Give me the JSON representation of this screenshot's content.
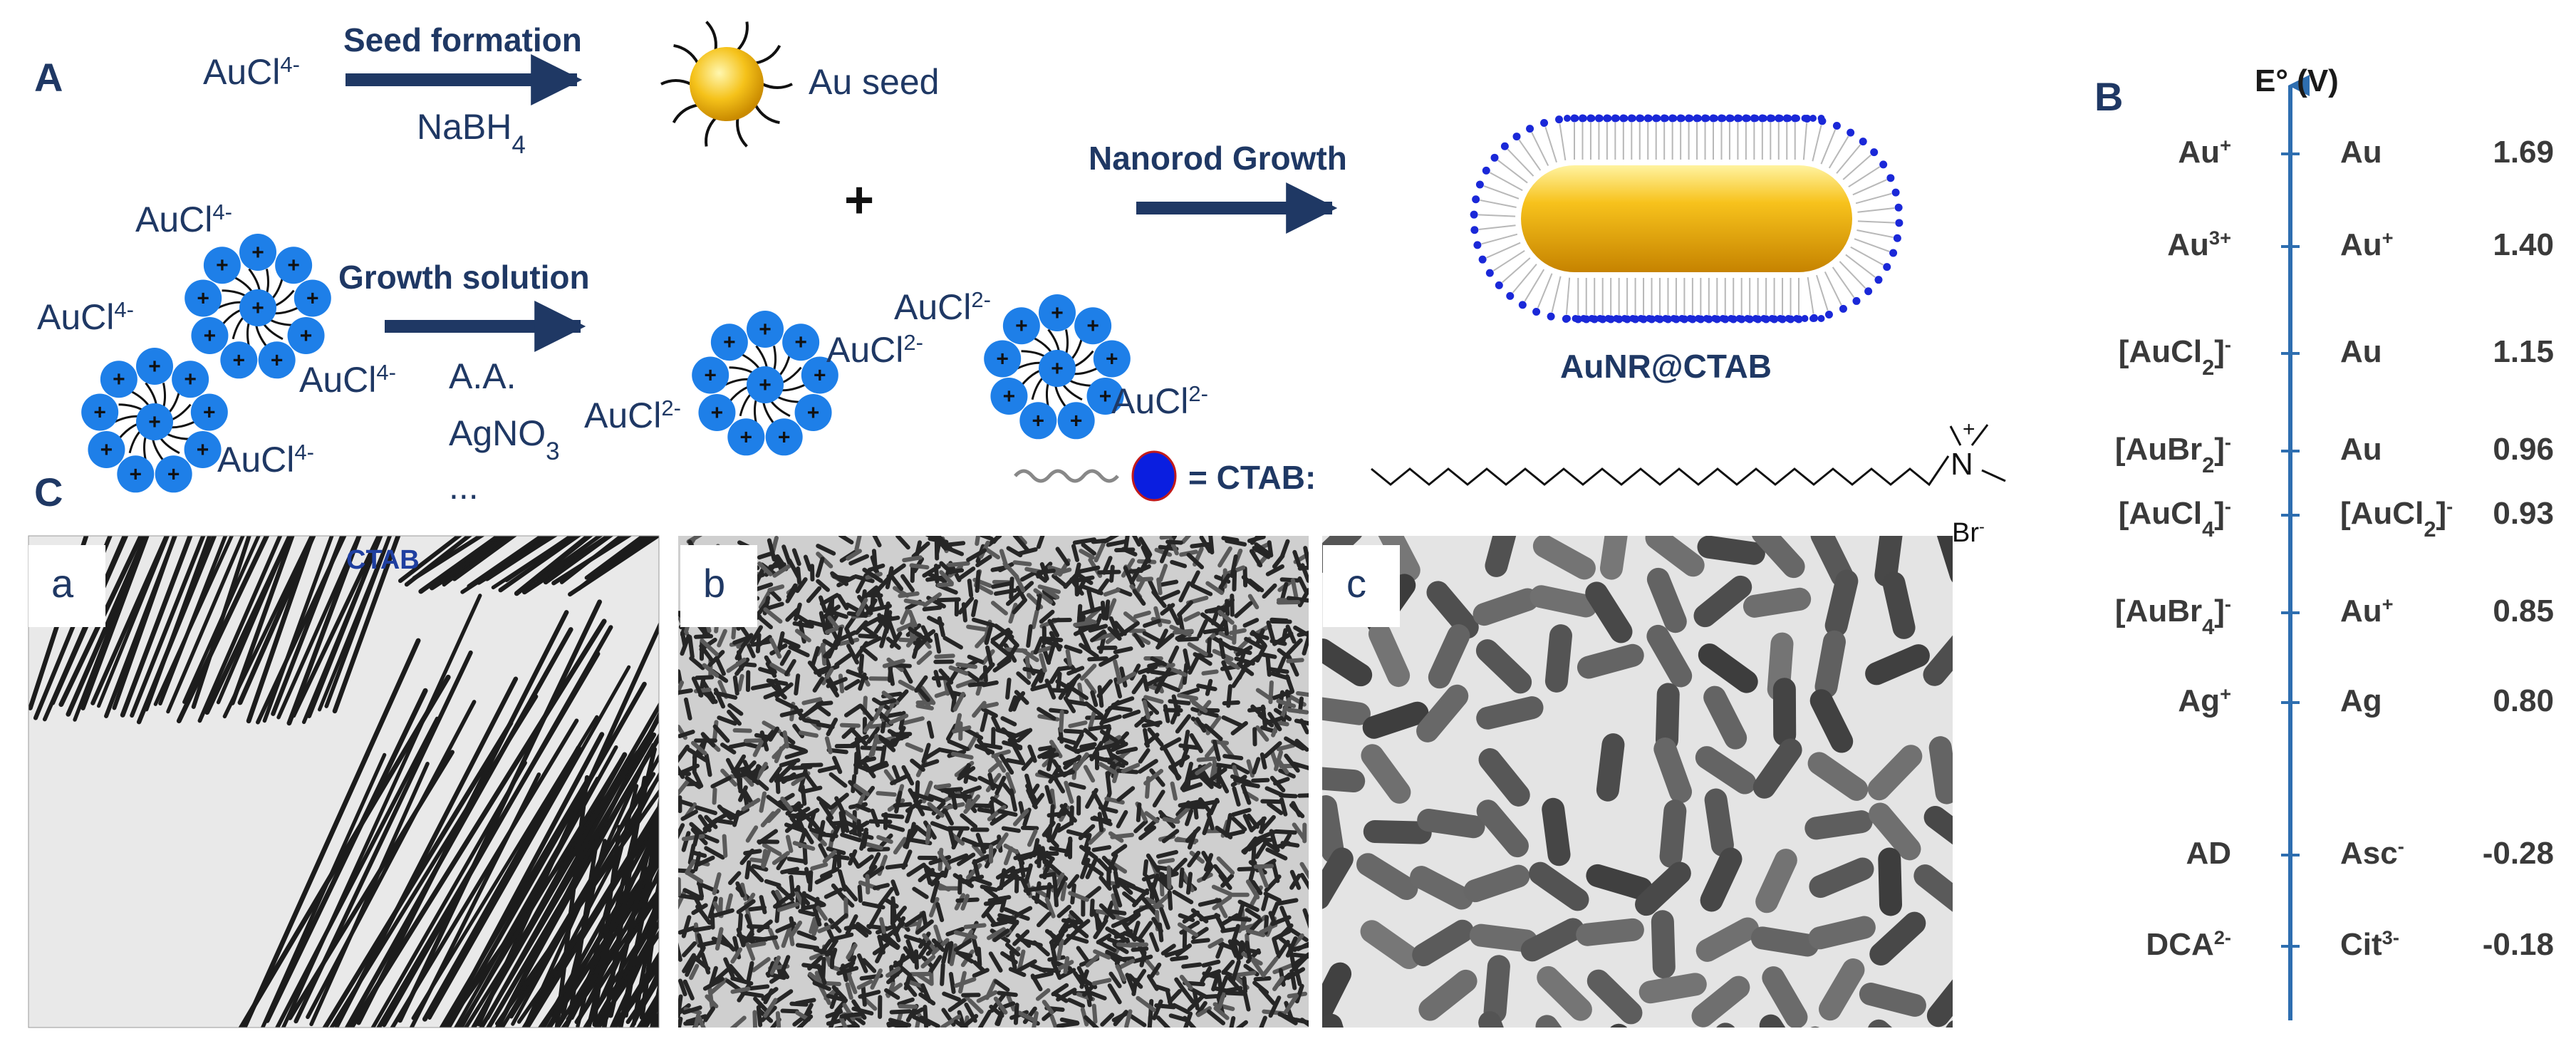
{
  "panels": {
    "a_label": "A",
    "b_label": "B",
    "c_label": "C"
  },
  "schemeA": {
    "seed_precursor": "AuCl4-",
    "seed_step_label": "Seed formation",
    "seed_reducer": "NaBH4",
    "seed_product": "Au seed",
    "plus": "+",
    "growth_step_label": "Growth solution",
    "growth_reagents": [
      "A.A.",
      "AgNO3",
      "..."
    ],
    "nanorod_step_label": "Nanorod Growth",
    "nanorod_product": "AuNR@CTAB",
    "ctab_legend": "= CTAB:",
    "counterion": "Br-",
    "micelle_labels_1": [
      "AuCl4-",
      "AuCl4-",
      "AuCl4-",
      "AuCl4-"
    ],
    "micelle_labels_2": [
      "AuCl2-",
      "AuCl2-"
    ],
    "micelle_labels_3": [
      "AuCl2-",
      "AuCl2-"
    ]
  },
  "tem": {
    "images": [
      {
        "label": "a",
        "overlay": "CTAB"
      },
      {
        "label": "b"
      },
      {
        "label": "c"
      }
    ]
  },
  "potentials": {
    "axis_label": "E° (V)",
    "rows": [
      {
        "oxidant": "Au+",
        "reductant": "Au",
        "value": "1.69"
      },
      {
        "oxidant": "Au3+",
        "reductant": "Au+",
        "value": "1.40"
      },
      {
        "oxidant": "[AuCl2]-",
        "reductant": "Au",
        "value": "1.15"
      },
      {
        "oxidant": "[AuBr2]-",
        "reductant": "Au",
        "value": "0.96"
      },
      {
        "oxidant": "[AuCl4]-",
        "reductant": "[AuCl2]-",
        "value": "0.93"
      },
      {
        "oxidant": "[AuBr4]-",
        "reductant": "Au+",
        "value": "0.85"
      },
      {
        "oxidant": "Ag+",
        "reductant": "Ag",
        "value": "0.80"
      },
      {
        "oxidant": "AD",
        "reductant": "Asc-",
        "value": "-0.28"
      },
      {
        "oxidant": "DCA2-",
        "reductant": "Cit3-",
        "value": "-0.18"
      }
    ]
  }
}
